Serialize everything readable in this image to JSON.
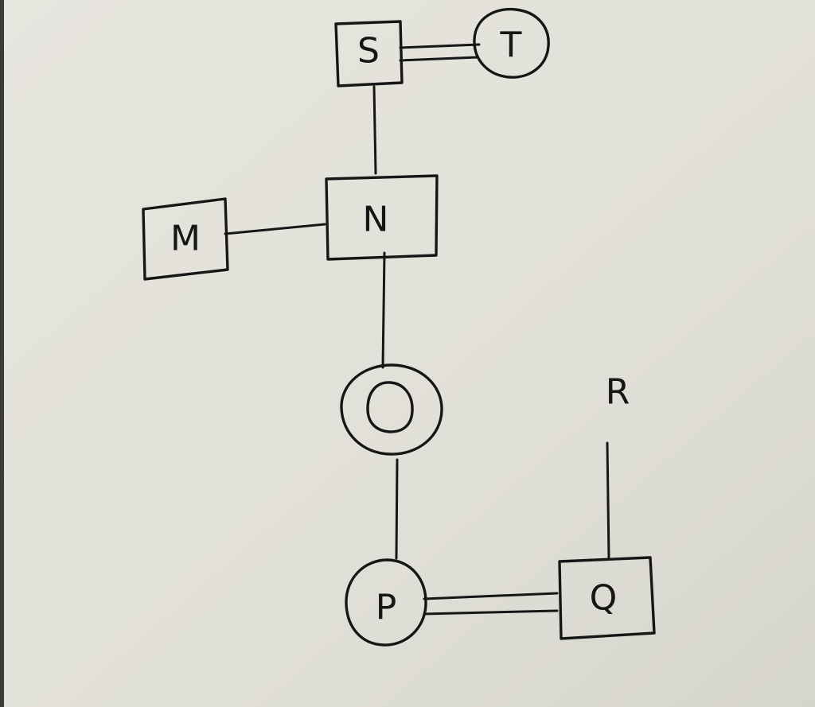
{
  "nodes": {
    "S": {
      "label": "S",
      "shape": "rectangle"
    },
    "T": {
      "label": "T",
      "shape": "circle"
    },
    "N": {
      "label": "N",
      "shape": "rectangle"
    },
    "M": {
      "label": "M",
      "shape": "rectangle"
    },
    "O": {
      "label": "O",
      "shape": "double-circle"
    },
    "P": {
      "label": "P",
      "shape": "circle"
    },
    "Q": {
      "label": "Q",
      "shape": "rectangle"
    },
    "R": {
      "label": "R",
      "shape": "none"
    }
  },
  "edges": [
    {
      "from": "S",
      "to": "T",
      "style": "double"
    },
    {
      "from": "S",
      "to": "N",
      "style": "single"
    },
    {
      "from": "M",
      "to": "N",
      "style": "single"
    },
    {
      "from": "N",
      "to": "O",
      "style": "single"
    },
    {
      "from": "O",
      "to": "P",
      "style": "single"
    },
    {
      "from": "P",
      "to": "Q",
      "style": "double"
    },
    {
      "from": "R",
      "to": "Q",
      "style": "single"
    }
  ]
}
